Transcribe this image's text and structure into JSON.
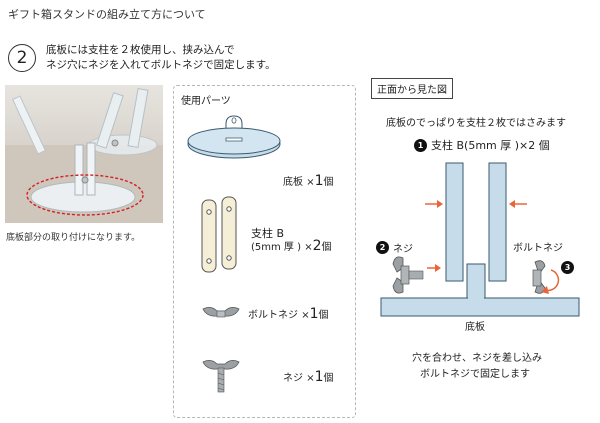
{
  "page": {
    "title": "ギフト箱スタンドの組み立て方について",
    "step_number": "2",
    "instruction_line1": "底板には支柱を２枚使用し、挟み込んで",
    "instruction_line2": "ネジ穴にネジを入れてボルトネジで固定します。"
  },
  "photo": {
    "caption": "底板部分の取り付けになります。"
  },
  "parts": {
    "heading": "使用パーツ",
    "items": [
      {
        "name": "底板",
        "count": "1",
        "unit": "個"
      },
      {
        "name": "支柱 B",
        "subname": "(5mm 厚 )",
        "count": "2",
        "unit": "個"
      },
      {
        "name": "ボルトネジ",
        "count": "1",
        "unit": "個"
      },
      {
        "name": "ネジ",
        "count": "1",
        "unit": "個"
      }
    ],
    "times": "×"
  },
  "front_view": {
    "heading": "正面から見た図",
    "subtitle": "底板のでっぱりを支柱２枚ではさみます",
    "label1_num": "1",
    "label1_text": "支柱 B(5mm 厚 )×2 個",
    "label2_num": "2",
    "label2_text": "ネジ",
    "label3_num": "3",
    "label3_text": "ボルトネジ",
    "base_label": "底板",
    "note_line1": "穴を合わせ、ネジを差し込み",
    "note_line2": "ボルトネジで固定します"
  },
  "colors": {
    "acrylic_blue": "#c6dcea",
    "acrylic_stroke": "#3a5a6e",
    "pillar_fill": "#f4efd6",
    "arrow_orange": "#e8653a",
    "dashed_red": "#d2212a"
  }
}
